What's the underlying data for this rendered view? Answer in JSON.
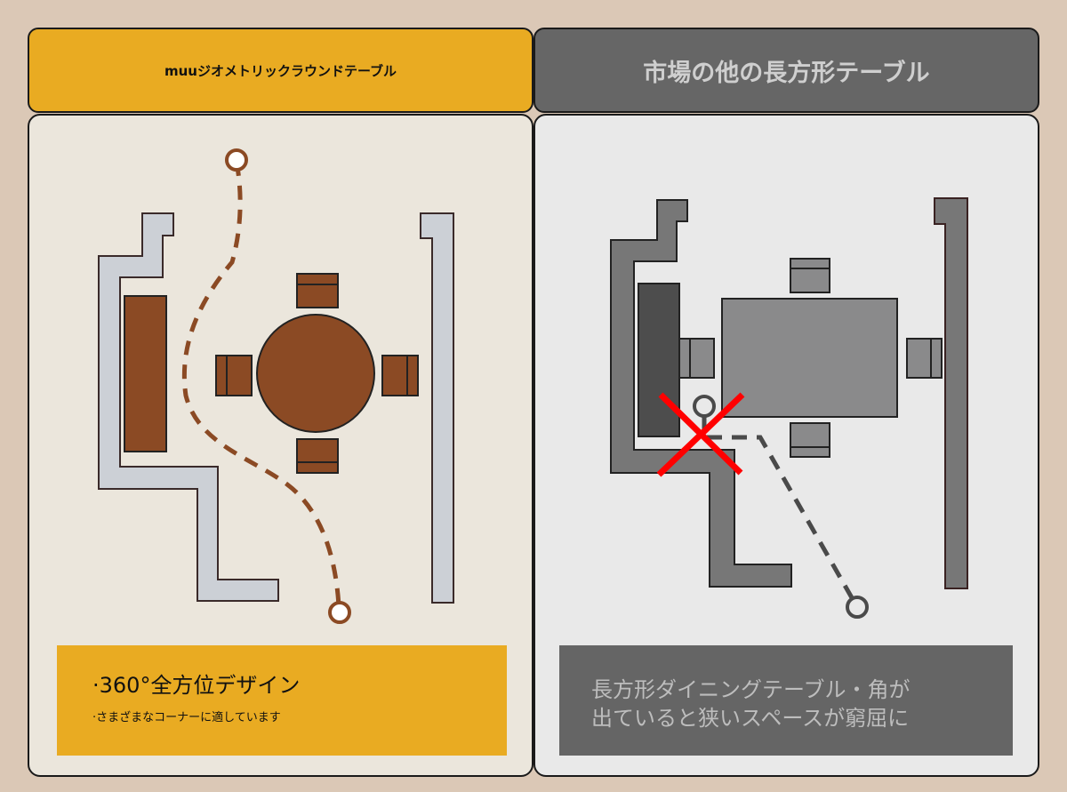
{
  "left": {
    "title": "muuジオメトリックラウンドテーブル",
    "caption_line1": "·360°全方位デザイン",
    "caption_line2": "·さまざまなコーナーに適しています",
    "colors": {
      "header": "#e9ab22",
      "furniture": "#8b4a24",
      "wall": "#ccd0d6",
      "path": "#8b4a24"
    }
  },
  "right": {
    "title": "市場の他の長方形テーブル",
    "caption_line1": "長方形ダイニングテーブル・角が",
    "caption_line2": "出ていると狭いスペースが窮屈に",
    "colors": {
      "header": "#666666",
      "furniture": "#8a8a8b",
      "wall": "#777777",
      "blocked": "#ff0000"
    }
  }
}
